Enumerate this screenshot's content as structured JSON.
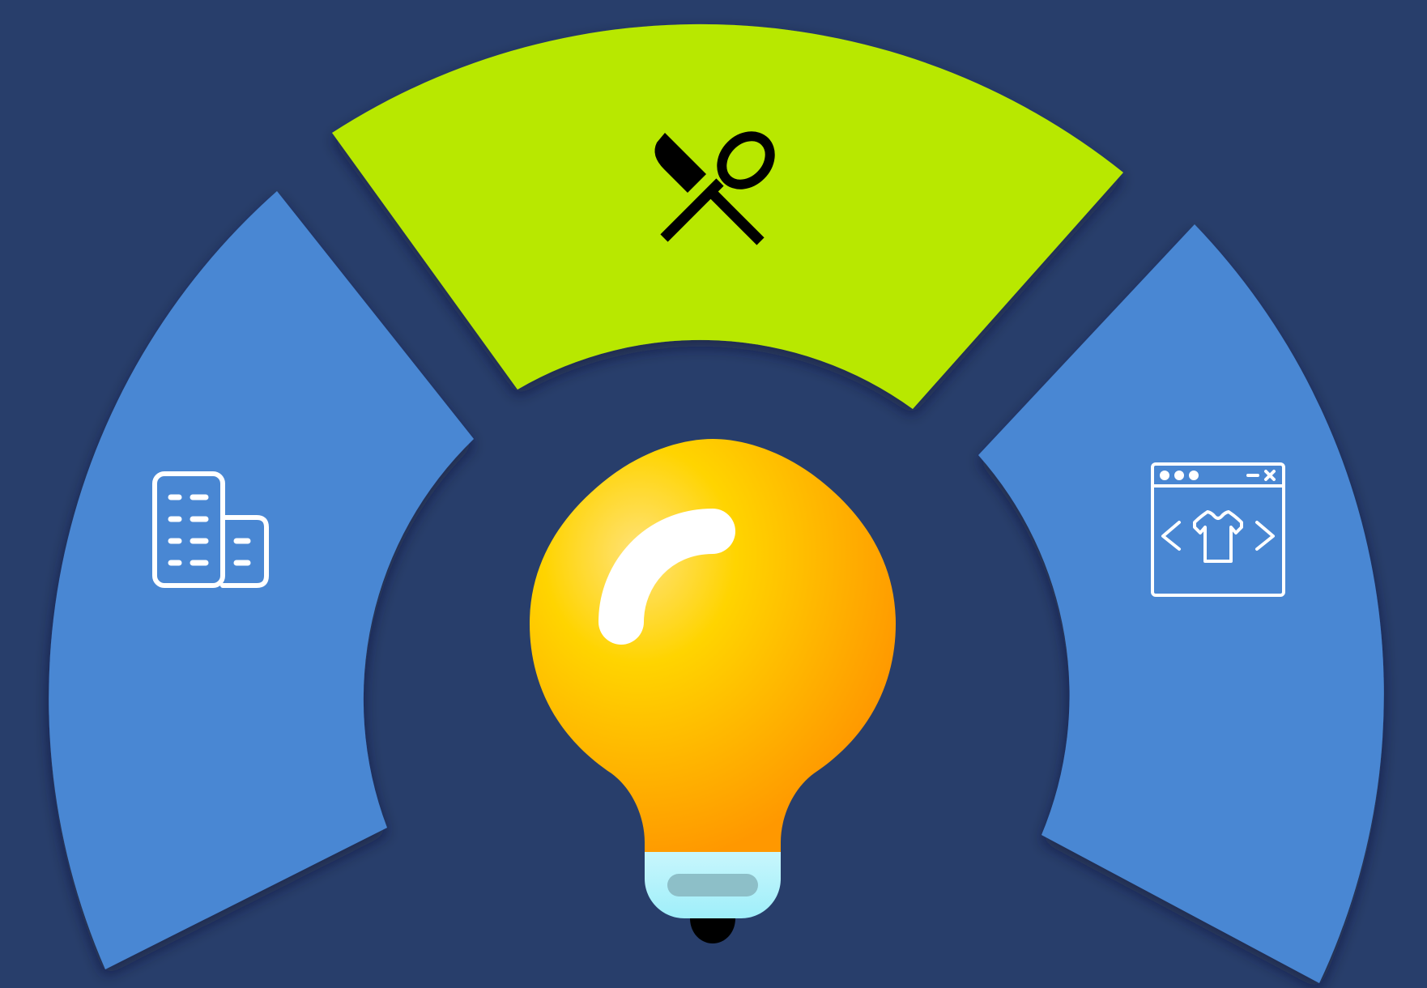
{
  "colors": {
    "background": "#283E6B",
    "segment_blue": "#4A87D3",
    "segment_highlight": "#B8E800",
    "icon_light": "#FFFFFF",
    "icon_dark": "#000000",
    "bulb_yellow": "#FFD400",
    "bulb_orange": "#FF9800",
    "bulb_base": "#A6F0FA",
    "bulb_base_slot": "#8DBFC8"
  },
  "segments": [
    {
      "id": "left",
      "icon": "office-building-icon",
      "highlighted": false
    },
    {
      "id": "top",
      "icon": "fork-and-knife-icon",
      "highlighted": true
    },
    {
      "id": "right",
      "icon": "web-clothing-store-icon",
      "highlighted": false
    }
  ],
  "center": {
    "icon": "lightbulb-icon"
  }
}
